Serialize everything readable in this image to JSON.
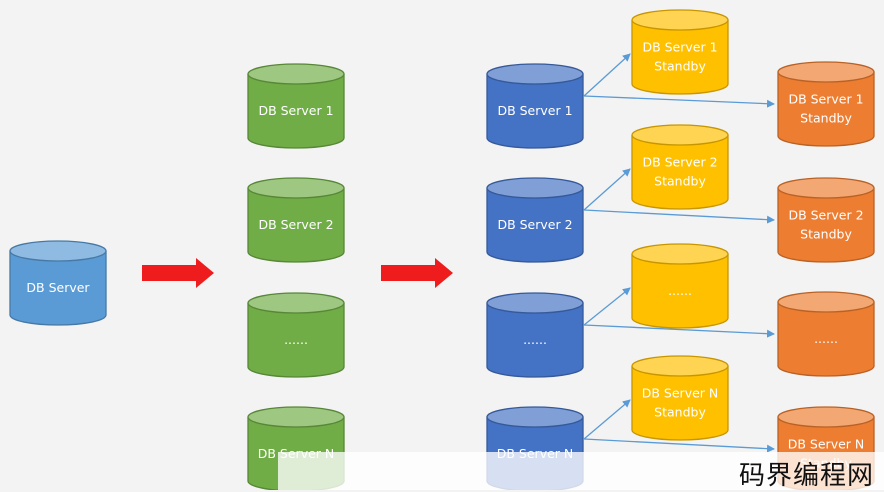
{
  "colors": {
    "origin": "#5b9bd5",
    "shard": "#70ad47",
    "primary": "#4472c4",
    "standby_a": "#ffc000",
    "standby_b": "#ed7d31",
    "big_arrow": "#ee1c1c",
    "connector": "#5b9bd5"
  },
  "origin": {
    "label": "DB Server"
  },
  "shards": [
    {
      "label": "DB Server 1"
    },
    {
      "label": "DB Server 2"
    },
    {
      "label": "......"
    },
    {
      "label": "DB Server N"
    }
  ],
  "replicated": [
    {
      "primary": "DB Server 1",
      "standby_a": [
        "DB Server 1",
        "Standby"
      ],
      "standby_b": [
        "DB Server 1",
        "Standby"
      ]
    },
    {
      "primary": "DB Server 2",
      "standby_a": [
        "DB Server 2",
        "Standby"
      ],
      "standby_b": [
        "DB Server 2",
        "Standby"
      ]
    },
    {
      "primary": "......",
      "standby_a": [
        "......"
      ],
      "standby_b": [
        "......"
      ]
    },
    {
      "primary": "DB Server N",
      "standby_a": [
        "DB Server N",
        "Standby"
      ],
      "standby_b": [
        "DB Server N",
        "Standby"
      ]
    }
  ],
  "watermark": "码界编程网"
}
